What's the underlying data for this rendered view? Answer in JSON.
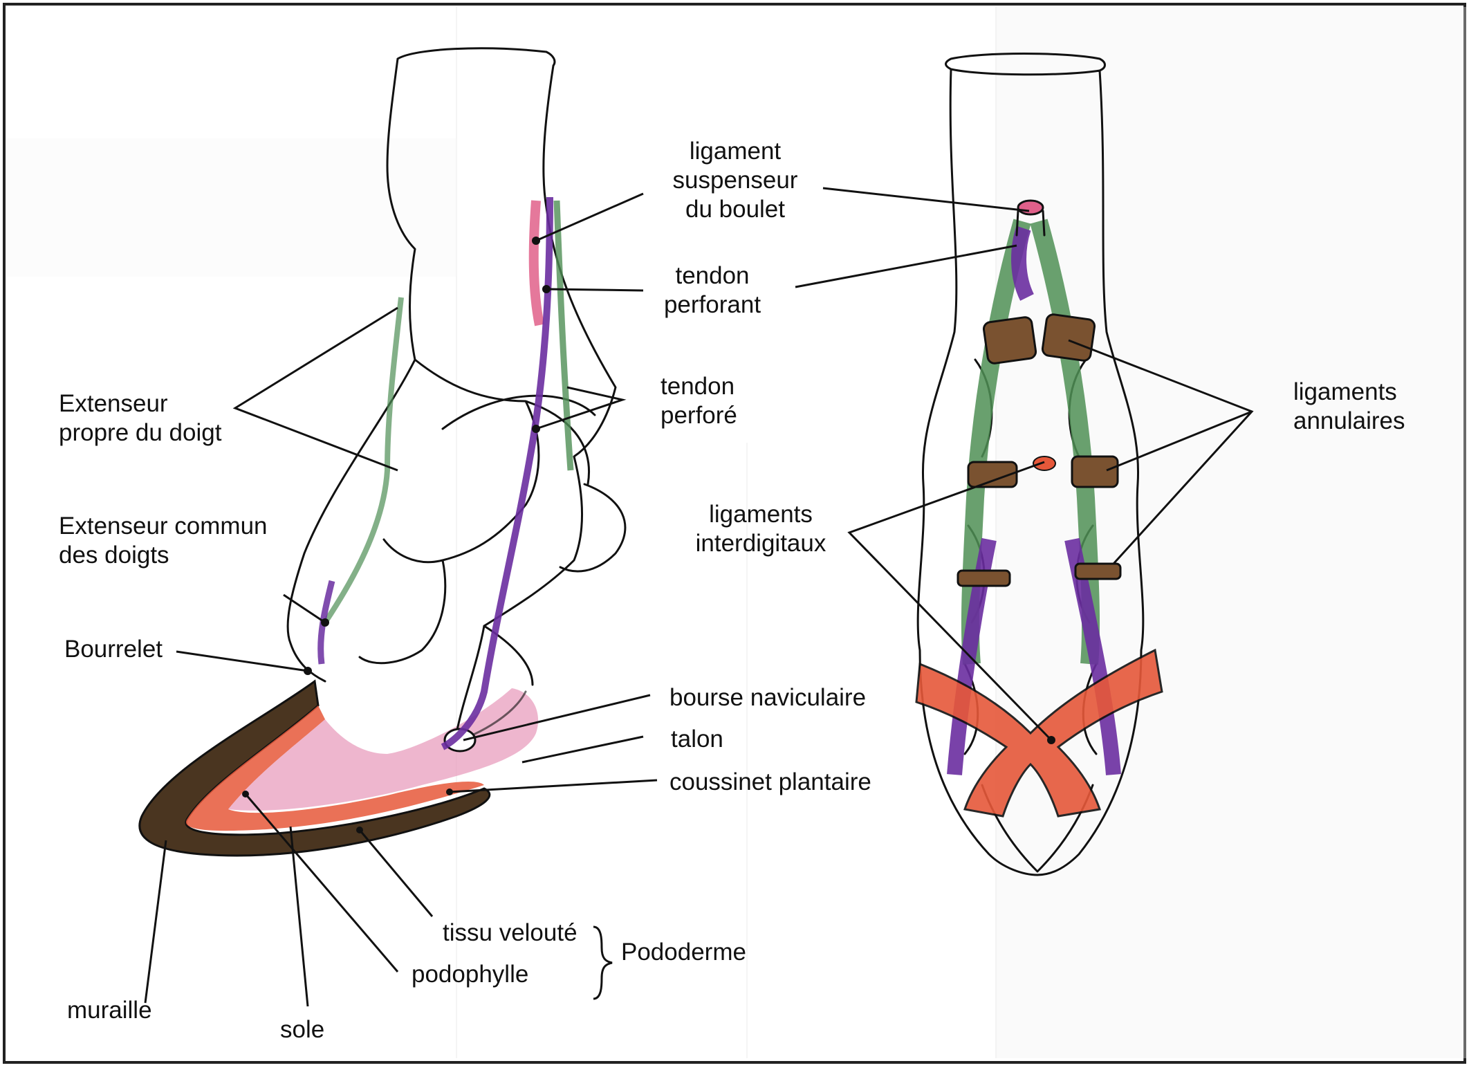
{
  "labels": {
    "ligament_suspenseur": [
      "ligament",
      "suspenseur",
      "du boulet"
    ],
    "tendon_perforant": [
      "tendon",
      "perforant"
    ],
    "tendon_perfore": [
      "tendon",
      "perforé"
    ],
    "extenseur_propre": [
      "Extenseur",
      "propre du doigt"
    ],
    "extenseur_commun": [
      "Extenseur commun",
      "des doigts"
    ],
    "bourrelet": "Bourrelet",
    "bourse_naviculaire": "bourse naviculaire",
    "talon": "talon",
    "coussinet_plantaire": "coussinet plantaire",
    "tissu_veloute": "tissu velouté",
    "podophylle": "podophylle",
    "pododerme": "Pododerme",
    "muraille": "muraille",
    "sole": "sole",
    "ligaments_annulaires": [
      "ligaments",
      "annulaires"
    ],
    "ligaments_interdigitaux": [
      "ligaments",
      "interdigitaux"
    ]
  },
  "colors": {
    "tendon_purple": "#6a2ea0",
    "ligament_green": "#4f8f55",
    "ligament_pink": "#e0608a",
    "annular_brown": "#7a5230",
    "interdigital_red": "#e6583a",
    "wall_brown": "#4a3520",
    "veloute_pink": "#e58fb3",
    "frame": "#222222"
  }
}
